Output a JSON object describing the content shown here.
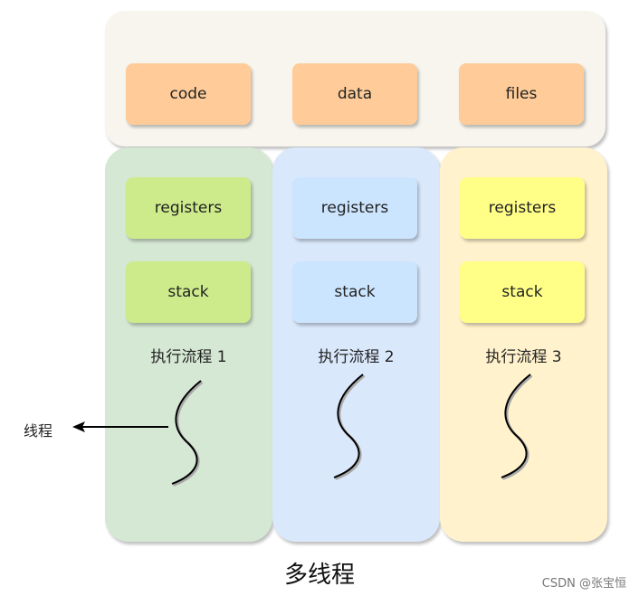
{
  "shared": {
    "items": [
      "code",
      "data",
      "files"
    ]
  },
  "threads": [
    {
      "registers": "registers",
      "stack": "stack",
      "label": "执行流程 1"
    },
    {
      "registers": "registers",
      "stack": "stack",
      "label": "执行流程 2"
    },
    {
      "registers": "registers",
      "stack": "stack",
      "label": "执行流程 3"
    }
  ],
  "colors": {
    "shared_bg": "#f7f5ee",
    "resource_box": "#ffcc99",
    "thread1_bg": "#d5e8d4",
    "thread1_box": "#cdeb8b",
    "thread2_bg": "#dae8fc",
    "thread2_box": "#cce5ff",
    "thread3_bg": "#fff2cc",
    "thread3_box": "#ffff88"
  },
  "arrow_label": "线程",
  "caption": "多线程",
  "watermark": "CSDN @张宝恒"
}
